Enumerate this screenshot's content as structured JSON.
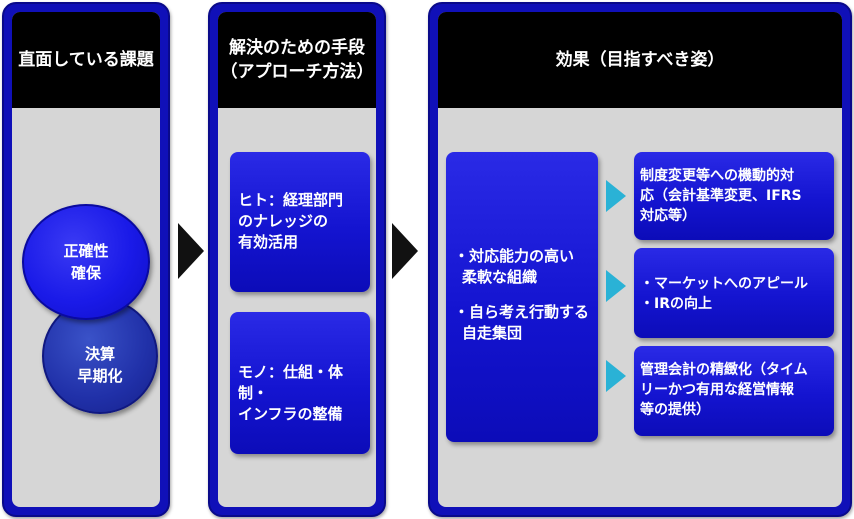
{
  "panels": {
    "issues": {
      "header": [
        "直面している課題"
      ],
      "circles": [
        {
          "lines": [
            "正確性",
            "確保"
          ]
        },
        {
          "lines": [
            "決算",
            "早期化"
          ]
        }
      ]
    },
    "means": {
      "header": [
        "解決のための手段",
        "（アプローチ方法）"
      ],
      "boxes": [
        {
          "lines": [
            "ヒト：経理部門",
            "のナレッジの",
            "有効活用"
          ]
        },
        {
          "lines": [
            "モノ：仕組・体制・",
            "インフラの整備"
          ]
        }
      ]
    },
    "effects": {
      "header": [
        "効果（目指すべき姿）"
      ],
      "main_box": {
        "lines": [
          "・対応能力の高い",
          "柔軟な組織",
          "",
          "・自ら考え行動する",
          "自走集団"
        ]
      },
      "result_boxes": [
        {
          "lines": [
            "制度変更等への機動的対",
            "応（会計基準変更、IFRS",
            "対応等）"
          ]
        },
        {
          "lines": [
            "・マーケットへのアピール",
            "・IRの向上"
          ]
        },
        {
          "lines": [
            "管理会計の精緻化（タイム",
            "リーかつ有用な経営情報",
            "等の提供）"
          ]
        }
      ]
    }
  },
  "colors": {
    "panel_frame": "#1010b8",
    "panel_inner": "#d6d6d6",
    "header_bg": "#000000",
    "box_blue": "#1414d0",
    "circle_bright": "#1a1ae8",
    "circle_dark": "#2030a8",
    "arrow_black": "#111111",
    "arrow_cyan": "#2ab2d6"
  }
}
